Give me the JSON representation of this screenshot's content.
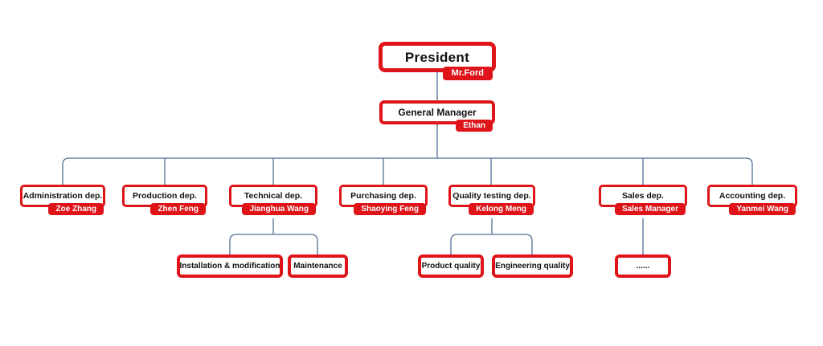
{
  "org": {
    "president": {
      "label": "President",
      "tag": "Mr.Ford"
    },
    "general_manager": {
      "label": "General Manager",
      "tag": "Ethan"
    },
    "departments": [
      {
        "label": "Administration dep.",
        "tag": "Zoe Zhang"
      },
      {
        "label": "Production dep.",
        "tag": "Zhen Feng"
      },
      {
        "label": "Technical dep.",
        "tag": "Jianghua Wang"
      },
      {
        "label": "Purchasing dep.",
        "tag": "Shaoying Feng"
      },
      {
        "label": "Quality testing dep.",
        "tag": "Kelong Meng"
      },
      {
        "label": "Sales dep.",
        "tag": "Sales Manager"
      },
      {
        "label": "Accounting dep.",
        "tag": "Yanmei Wang"
      }
    ],
    "sub_units": [
      {
        "label": "Installation & modification",
        "parent": "Technical dep."
      },
      {
        "label": "Maintenance",
        "parent": "Technical dep."
      },
      {
        "label": "Product quality",
        "parent": "Quality testing dep."
      },
      {
        "label": "Engineering quality",
        "parent": "Quality testing dep."
      },
      {
        "label": "......",
        "parent": "Sales dep."
      }
    ],
    "colors": {
      "accent_red": "#de1418",
      "connector_blue": "#4f6f96",
      "label_black": "#111111",
      "tag_text_white": "#ffffff",
      "background": "#ffffff"
    }
  }
}
